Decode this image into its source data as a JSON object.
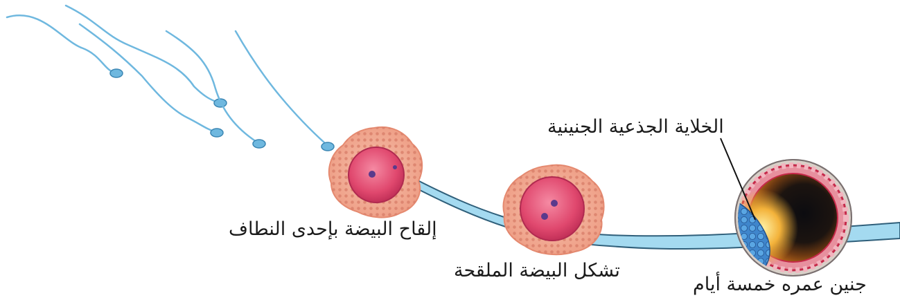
{
  "labels": {
    "fertilization": "إلقاح البيضة بإحدى النطاف",
    "zygote": "تشكل البيضة الملقحة",
    "embryo": "جنين عمره خمسة أيام",
    "stem_cells": "الخلاية الجذعية الجنينية"
  },
  "colors": {
    "sperm": "#6fb8df",
    "tube": "#8fd0ea",
    "egg_outer": "#f0a890",
    "egg_inner": "#e0486e",
    "nucleus": "#5a3a8c",
    "blastocyst_ring": "#c6294a",
    "inner_cells": "#3d7fc4"
  }
}
